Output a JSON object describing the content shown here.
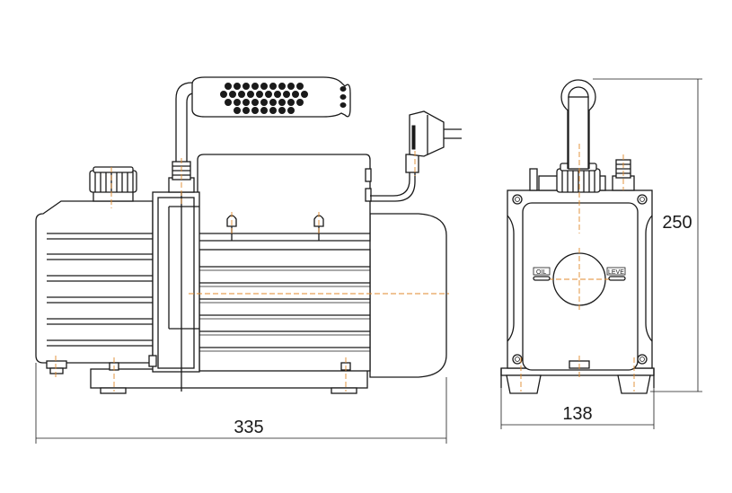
{
  "dimensions": {
    "length": "335",
    "width": "138",
    "height": "250"
  },
  "gauge_labels": {
    "left": "OIL",
    "right": "LEVE"
  }
}
